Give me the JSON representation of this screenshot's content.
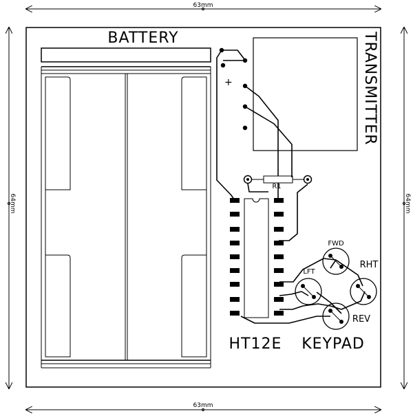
{
  "dimensions": {
    "top": "63mm",
    "bottom": "63mm",
    "left": "64mm",
    "right": "64mm"
  },
  "labels": {
    "battery": "BATTERY",
    "transmitter": "TRANSMITTER",
    "plus": "+",
    "resistor": "R1",
    "chip": "HT12E",
    "keypad": "KEYPAD",
    "fwd": "FWD",
    "lft": "LFT",
    "rht": "RHT",
    "rev": "REV"
  }
}
